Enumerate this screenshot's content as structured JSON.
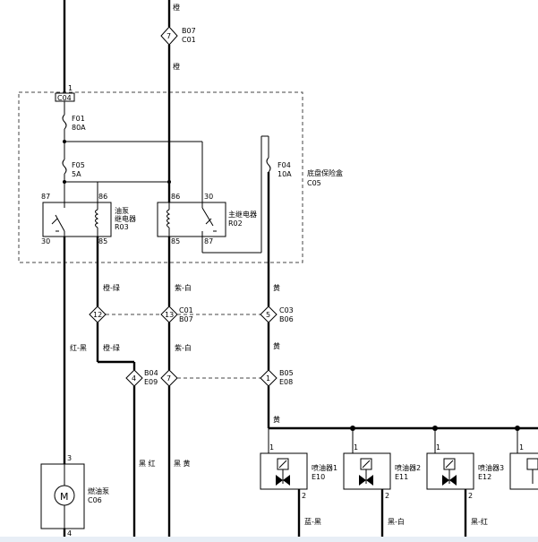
{
  "wire_colors": {
    "top_orange": "橙",
    "orange_mid": "橙",
    "orange_green_1": "橙-绿",
    "orange_green_2": "橙-绿",
    "purple_white_1": "紫-白",
    "purple_white_2": "紫-白",
    "yellow_1": "黄",
    "yellow_2": "黄",
    "yellow_3": "黄",
    "red_black": "红-黑",
    "black_red_v": "黑 红",
    "black_yellow_v": "黑 黄",
    "blue_black": "蓝-黑",
    "black_white": "黑-白",
    "black_red": "黑-红"
  },
  "connectors": {
    "top": {
      "pin": "7",
      "id1": "B07",
      "id2": "C01"
    },
    "c04": {
      "pin": "1",
      "label": "C04"
    },
    "left12": {
      "pin": "12"
    },
    "mid13": {
      "pin": "13",
      "id1": "C01",
      "id2": "B07"
    },
    "right5": {
      "pin": "5",
      "id1": "C03",
      "id2": "B06"
    },
    "pin4": {
      "pin": "4",
      "id1": "B04",
      "id2": "E09"
    },
    "pin7b": {
      "pin": "7"
    },
    "pin1": {
      "pin": "1",
      "id1": "B05",
      "id2": "E08"
    }
  },
  "fuses": {
    "f01": {
      "name": "F01",
      "rating": "80A"
    },
    "f05": {
      "name": "F05",
      "rating": "5A"
    },
    "f04": {
      "name": "F04",
      "rating": "10A"
    }
  },
  "fusebox": {
    "name": "底盘保险盒",
    "code": "C05"
  },
  "relays": {
    "fuelpump": {
      "name1": "油泵",
      "name2": "继电器",
      "code": "R03",
      "p87": "87",
      "p86": "86",
      "p30": "30",
      "p85": "85"
    },
    "main": {
      "name": "主继电器",
      "code": "R02",
      "p86": "86",
      "p30": "30",
      "p85": "85",
      "p87": "87"
    }
  },
  "pump": {
    "symbol": "M",
    "name": "燃油泵",
    "code": "C06",
    "pin_top": "3",
    "pin_bottom": "4"
  },
  "injectors": [
    {
      "name": "喷油器1",
      "code": "E10",
      "pin1": "1",
      "pin2": "2"
    },
    {
      "name": "喷油器2",
      "code": "E11",
      "pin1": "1",
      "pin2": "2"
    },
    {
      "name": "喷油器3",
      "code": "E12",
      "pin1": "1",
      "pin2": "2"
    }
  ],
  "extra_pin": "1"
}
